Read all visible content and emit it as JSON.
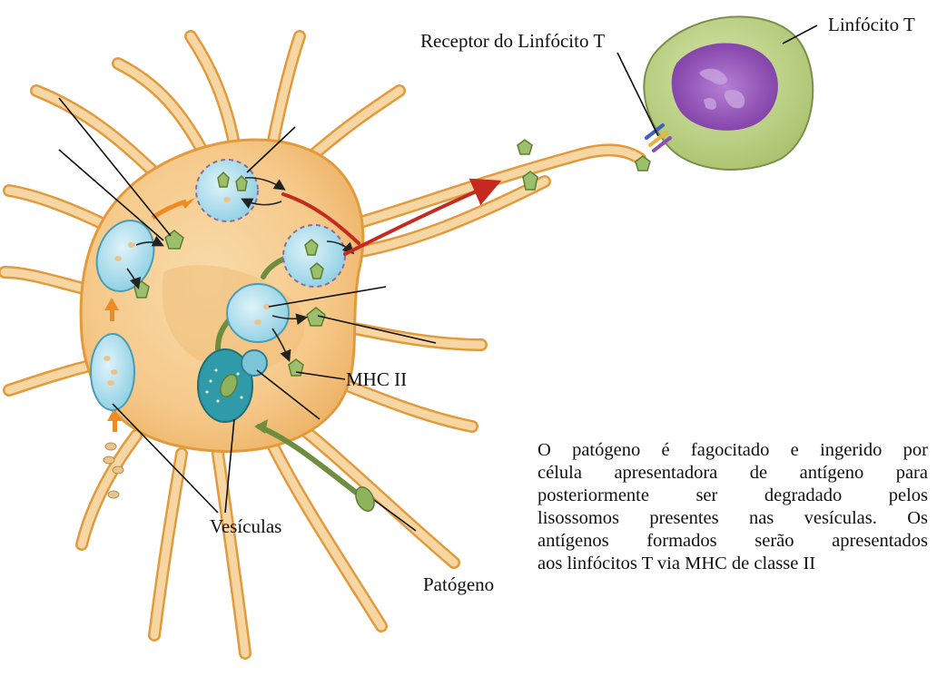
{
  "labels": {
    "t_receptor": "Receptor do Linfócito T",
    "t_lymphocyte": "Linfócito T",
    "mhc": "MHC II",
    "vesicles": "Vesículas",
    "pathogen": "Patógeno"
  },
  "description": [
    "O patógeno é fagocitado e ingerido por",
    "célula apresentadora de antígeno para",
    "posteriormente ser degradado pelos",
    "lisossomos presentes nas vesículas. Os",
    "antígenos formados serão apresentados",
    "aos linfócitos T via MHC de classe II"
  ],
  "colors": {
    "cell_body": "#f5c98a",
    "cell_outline": "#e39a3c",
    "vesicle": "#a9dcec",
    "lysosome": "#2f9aa8",
    "mhc": "#9bbf6a",
    "lymphocyte": "#bcd287",
    "nucleus": "#8e4fb3",
    "arrow_orange": "#f08a24",
    "arrow_green": "#6f8d3e",
    "arrow_red": "#c62a1f"
  }
}
